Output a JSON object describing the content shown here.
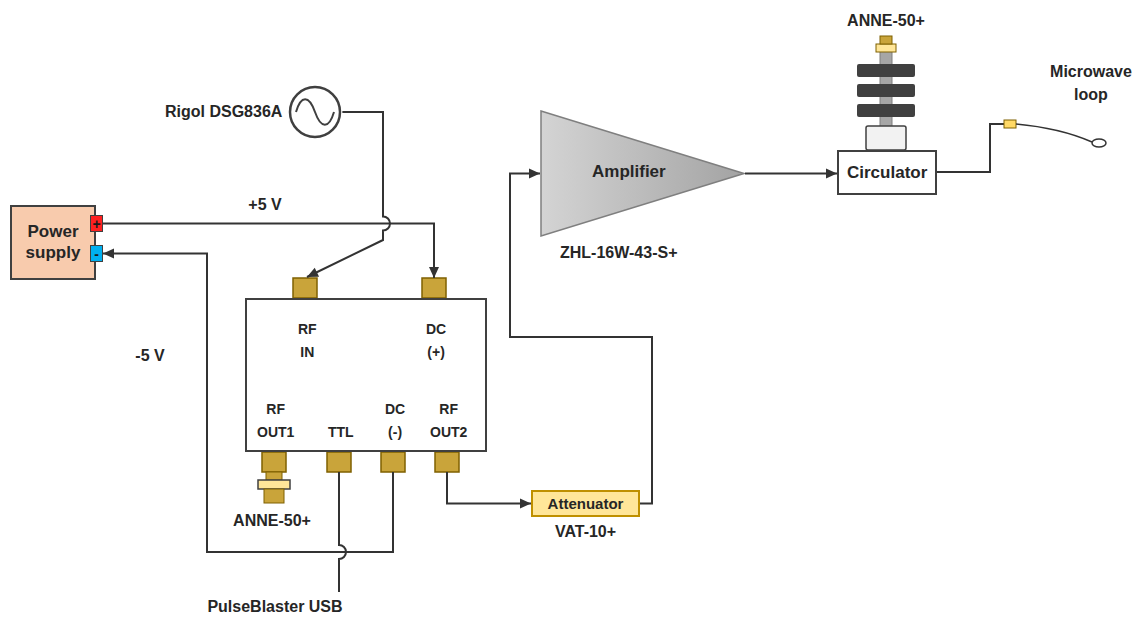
{
  "diagram": {
    "nodes": [
      {
        "text": [
          "Power supply"
        ]
      },
      {
        "text": [
          "+"
        ],
        "in": 0
      },
      {
        "text": [
          "-"
        ],
        "in": 0
      },
      {
        "text": [
          "Rigol DSG836A"
        ]
      },
      {
        "text": [
          "RF IN",
          "DC (+)",
          "RF OUT1",
          "TTL",
          "DC (-)",
          "RF OUT2"
        ]
      },
      {
        "text": [
          "Attenuator",
          "VAT-10+"
        ]
      },
      {
        "text": [
          "Amplifier",
          "ZHL-16W-43-S+"
        ]
      },
      {
        "text": [
          "Circulator"
        ]
      }
    ],
    "edges": [
      {
        "from": 1,
        "to": 4,
        "label": "+5 V",
        "arrow": "to"
      },
      {
        "from": 3,
        "to": 4,
        "arrow": "to"
      },
      {
        "from": 4,
        "to": 2,
        "label": "-5 V",
        "arrow": "to"
      },
      {
        "from": 4,
        "to": 5,
        "arrow": "to"
      },
      {
        "from": 5,
        "to": 6,
        "arrow": "to"
      },
      {
        "from": 6,
        "to": 7,
        "arrow": "to"
      }
    ],
    "labels": [
      "ANNE-50+",
      "Microwave loop",
      "ANNE-50+",
      "PulseBlaster USB"
    ]
  }
}
